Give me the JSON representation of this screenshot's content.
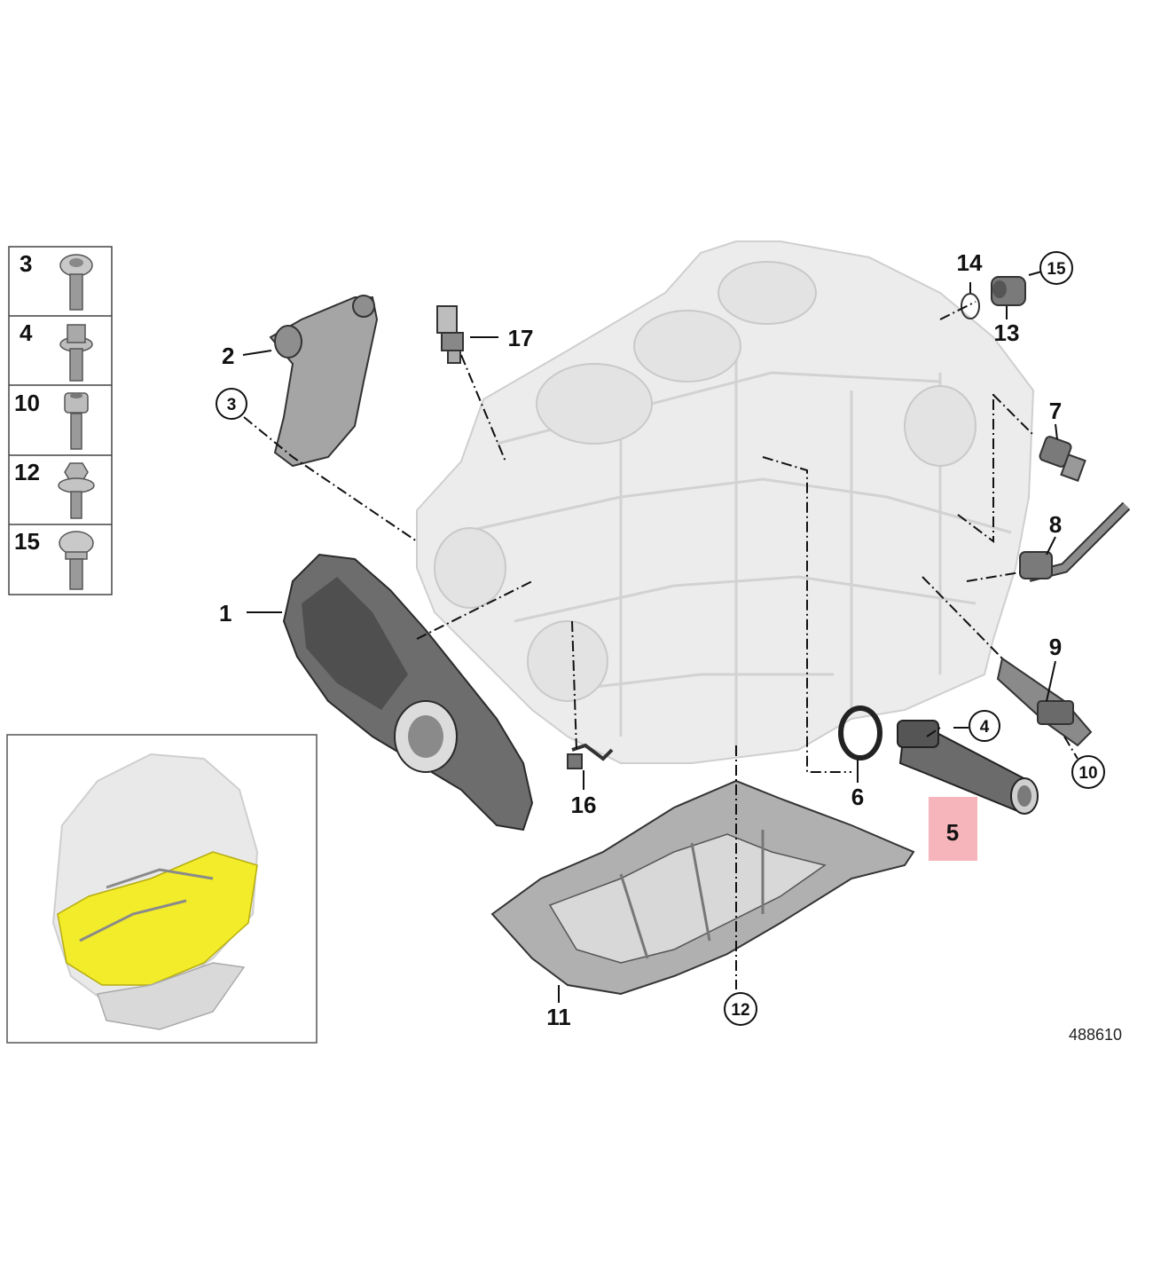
{
  "diagram_code": "488610",
  "callouts": {
    "c1": "1",
    "c2": "2",
    "c3": "3",
    "c4": "4",
    "c5": "5",
    "c6": "6",
    "c7": "7",
    "c8": "8",
    "c9": "9",
    "c10": "10",
    "c11": "11",
    "c12": "12",
    "c13": "13",
    "c14": "14",
    "c15": "15",
    "c16": "16",
    "c17": "17"
  },
  "fastener_table": [
    {
      "number": "3",
      "icon": "torx-bolt-icon"
    },
    {
      "number": "4",
      "icon": "flange-bolt-icon"
    },
    {
      "number": "10",
      "icon": "socket-head-bolt-icon"
    },
    {
      "number": "12",
      "icon": "hex-flange-bolt-icon"
    },
    {
      "number": "15",
      "icon": "collar-bolt-icon"
    }
  ],
  "highlight_color": "#f6b5bb",
  "inset_highlight_color": "#f2ec2a"
}
